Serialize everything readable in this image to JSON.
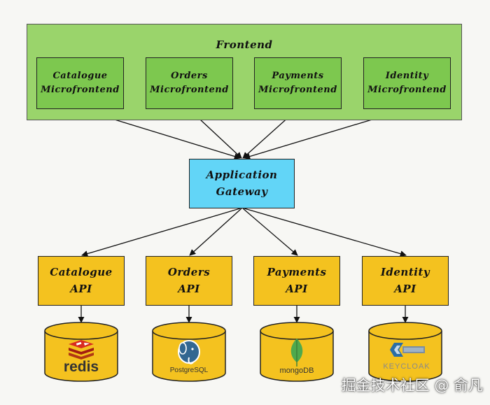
{
  "frontend": {
    "title": "Frontend",
    "microfrontends": [
      {
        "label": "Catalogue\nMicrofrontend"
      },
      {
        "label": "Orders\nMicrofrontend"
      },
      {
        "label": "Payments\nMicrofrontend"
      },
      {
        "label": "Identity\nMicrofrontend"
      }
    ]
  },
  "gateway": {
    "label": "Application\nGateway"
  },
  "apis": [
    {
      "label": "Catalogue\nAPI"
    },
    {
      "label": "Orders\nAPI"
    },
    {
      "label": "Payments\nAPI"
    },
    {
      "label": "Identity\nAPI"
    }
  ],
  "databases": [
    {
      "logo_text": "redis",
      "icon": "redis-icon"
    },
    {
      "logo_text": "PostgreSQL",
      "icon": "postgresql-elephant-icon"
    },
    {
      "logo_text": "mongoDB",
      "icon": "mongodb-leaf-icon"
    },
    {
      "logo_text": "KEYCLOAK",
      "icon": "keycloak-icon"
    }
  ],
  "watermark": "掘金技术社区 @ 俞凡",
  "colors": {
    "frontend_panel": "#9ad46b",
    "microfrontend": "#7dc84f",
    "gateway": "#62d5f7",
    "api": "#f4c21f",
    "database": "#f4c21f"
  }
}
